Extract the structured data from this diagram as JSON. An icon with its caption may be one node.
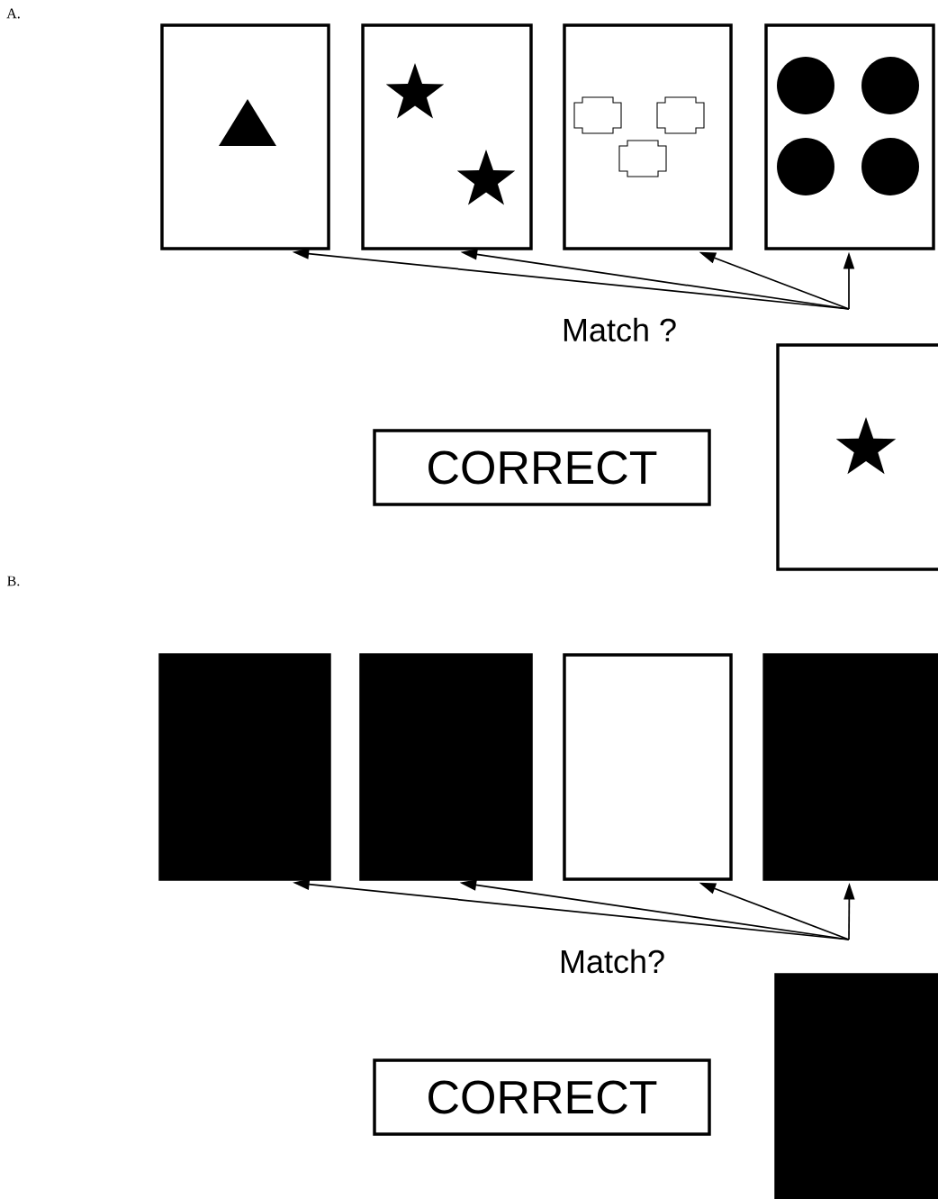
{
  "diagram": {
    "nodes": [
      {
        "text": [],
        "shape": "box"
      },
      {
        "text": [],
        "shape": "box"
      },
      {
        "text": [],
        "shape": "box"
      },
      {
        "text": [],
        "shape": "box"
      },
      {
        "text": [
          "CORRECT"
        ]
      },
      {
        "text": [],
        "shape": "box"
      },
      {
        "text": [],
        "shape": "box"
      },
      {
        "text": [],
        "shape": "box"
      },
      {
        "text": [],
        "shape": "box"
      },
      {
        "text": [],
        "shape": "box"
      },
      {
        "text": [
          "CORRECT"
        ]
      },
      {
        "text": [],
        "shape": "box"
      }
    ],
    "edges": [
      {
        "from": null,
        "to": 0,
        "arrow": "to"
      },
      {
        "from": null,
        "to": 1,
        "arrow": "to"
      },
      {
        "from": null,
        "to": 2,
        "arrow": "to"
      },
      {
        "from": null,
        "to": 3,
        "arrow": "to"
      },
      {
        "from": null,
        "to": 6,
        "arrow": "to"
      },
      {
        "from": null,
        "to": 7,
        "arrow": "to"
      },
      {
        "from": null,
        "to": 8,
        "arrow": "to"
      },
      {
        "from": null,
        "to": 9,
        "arrow": "to"
      }
    ],
    "labels": [
      "A.",
      "Match ?",
      "B.",
      "Match?"
    ]
  }
}
